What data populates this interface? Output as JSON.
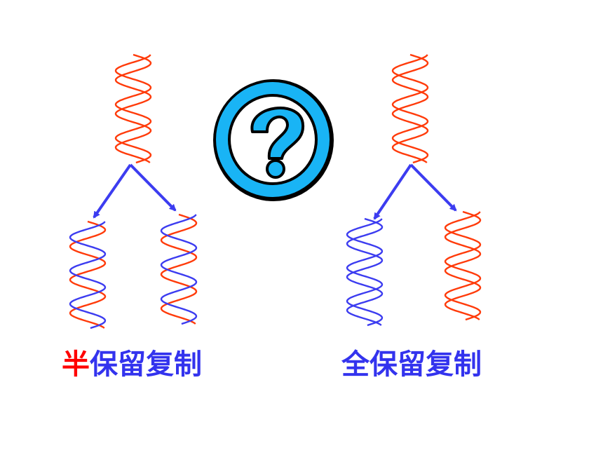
{
  "colors": {
    "old_strand": "#ff3b0a",
    "new_strand": "#3c3cf0",
    "arrow": "#3c3cf0",
    "highlight_text": "#ff0000",
    "label_text": "#3333ee",
    "badge_ring": "#19b4f5",
    "badge_outline": "#000000"
  },
  "icons": {
    "center_badge": "question-mark-icon"
  },
  "labels": {
    "semi": {
      "highlight": "半",
      "rest": "保留复制"
    },
    "full": {
      "text": "全保留复制"
    }
  },
  "models": {
    "semi_conservative": {
      "parent": [
        "old",
        "old"
      ],
      "daughters": [
        [
          "old",
          "new"
        ],
        [
          "old",
          "new"
        ]
      ]
    },
    "conservative": {
      "parent": [
        "old",
        "old"
      ],
      "daughters": [
        [
          "new",
          "new"
        ],
        [
          "old",
          "old"
        ]
      ]
    }
  }
}
